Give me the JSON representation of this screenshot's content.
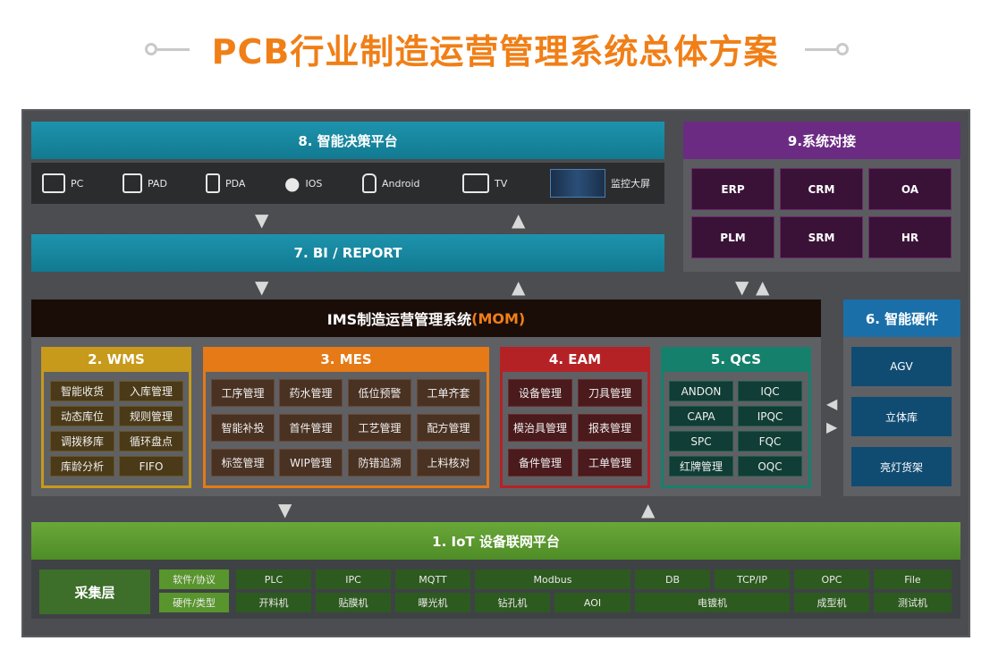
{
  "page": {
    "title": "PCB行业制造运营管理系统总体方案"
  },
  "colors": {
    "title": "#f07f17",
    "wms": "#c79a1c",
    "mes": "#e57a16",
    "eam": "#b52225",
    "qcs": "#15806c",
    "iot": "#5f9c32",
    "hardware": "#1a6fa8",
    "dock": "#6c2b83"
  },
  "decision": {
    "title": "8. 智能决策平台",
    "devices": [
      {
        "label": "PC",
        "icon": "monitor-icon"
      },
      {
        "label": "PAD",
        "icon": "tablet-icon"
      },
      {
        "label": "PDA",
        "icon": "pda-icon"
      },
      {
        "label": "IOS",
        "icon": "apple-icon"
      },
      {
        "label": "Android",
        "icon": "android-icon"
      },
      {
        "label": "TV",
        "icon": "tv-icon"
      },
      {
        "label": "监控大屏",
        "icon": "dashboard-screen-icon"
      }
    ]
  },
  "bi": {
    "title": "7. BI / REPORT"
  },
  "dock": {
    "title": "9.系统对接",
    "items": [
      "ERP",
      "CRM",
      "OA",
      "PLM",
      "SRM",
      "HR"
    ]
  },
  "mom": {
    "title": "IMS制造运营管理系统",
    "suffix": "(MOM)"
  },
  "hardware": {
    "title": "6. 智能硬件",
    "items": [
      "AGV",
      "立体库",
      "亮灯货架"
    ]
  },
  "wms": {
    "title": "2. WMS",
    "items": [
      "智能收货",
      "入库管理",
      "动态库位",
      "规则管理",
      "调拨移库",
      "循环盘点",
      "库龄分析",
      "FIFO"
    ]
  },
  "mes": {
    "title": "3. MES",
    "items": [
      "工序管理",
      "药水管理",
      "低位预警",
      "工单齐套",
      "智能补投",
      "首件管理",
      "工艺管理",
      "配方管理",
      "标签管理",
      "WIP管理",
      "防错追溯",
      "上料核对"
    ]
  },
  "eam": {
    "title": "4. EAM",
    "items": [
      "设备管理",
      "刀具管理",
      "模治具管理",
      "报表管理",
      "备件管理",
      "工单管理"
    ]
  },
  "qcs": {
    "title": "5. QCS",
    "items": [
      "ANDON",
      "IQC",
      "CAPA",
      "IPQC",
      "SPC",
      "FQC",
      "红牌管理",
      "OQC"
    ]
  },
  "iot": {
    "title": "1. IoT 设备联网平台",
    "collect_label": "采集层",
    "software_tag": "软件/协议",
    "hardware_tag": "硬件/类型",
    "protocols": [
      "PLC",
      "IPC",
      "MQTT",
      "Modbus",
      "DB",
      "TCP/IP",
      "OPC",
      "File"
    ],
    "machines": [
      "开料机",
      "贴膜机",
      "曝光机",
      "钻孔机",
      "AOI",
      "电镀机",
      "成型机",
      "测试机"
    ]
  }
}
